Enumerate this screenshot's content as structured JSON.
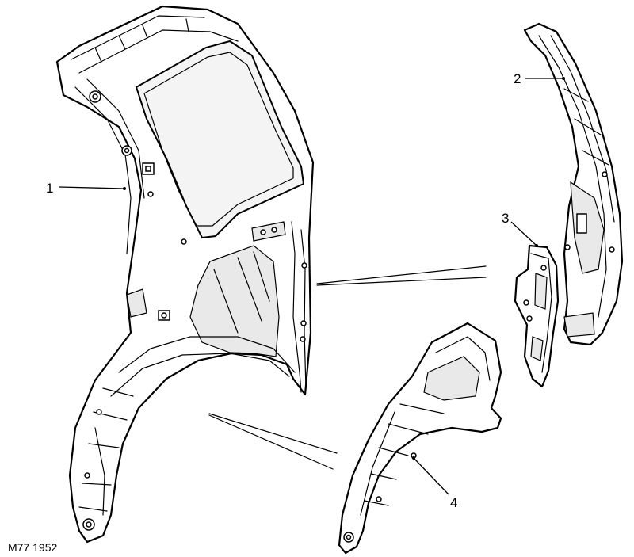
{
  "callouts": [
    {
      "id": "1",
      "label": "1"
    },
    {
      "id": "2",
      "label": "2"
    },
    {
      "id": "3",
      "label": "3"
    },
    {
      "id": "4",
      "label": "4"
    }
  ],
  "figure_ref": "M77 1952"
}
